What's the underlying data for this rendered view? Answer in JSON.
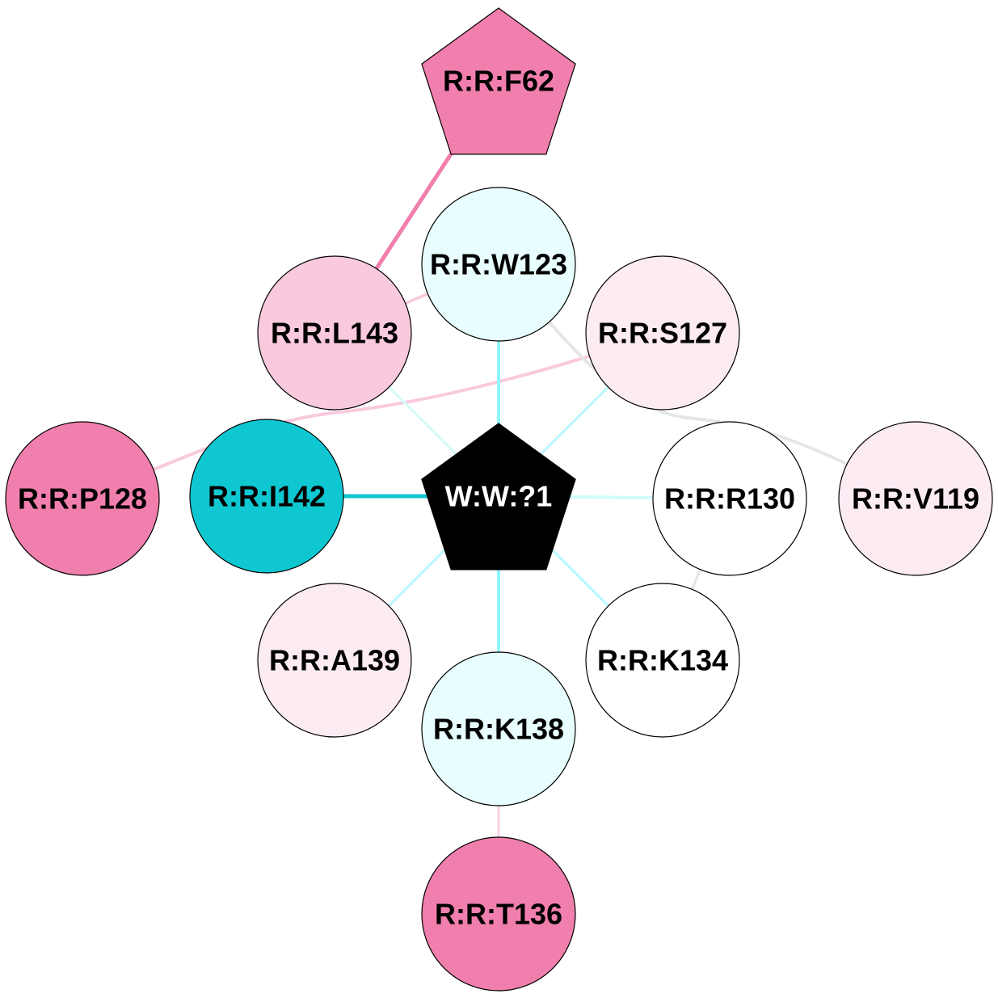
{
  "nodes": [
    {
      "id": "F62",
      "label": "R:R:F62",
      "shape": "pentagon",
      "fill": "#f17fad",
      "text_color": "#000000"
    },
    {
      "id": "W123",
      "label": "R:R:W123",
      "shape": "circle",
      "fill": "#e8fdfd",
      "text_color": "#000000"
    },
    {
      "id": "L143",
      "label": "R:R:L143",
      "shape": "circle",
      "fill": "#f9c9de",
      "text_color": "#000000"
    },
    {
      "id": "S127",
      "label": "R:R:S127",
      "shape": "circle",
      "fill": "#fcebf3",
      "text_color": "#000000"
    },
    {
      "id": "P128",
      "label": "R:R:P128",
      "shape": "circle",
      "fill": "#f17fad",
      "text_color": "#000000"
    },
    {
      "id": "I142",
      "label": "R:R:I142",
      "shape": "circle",
      "fill": "#0fc7d1",
      "text_color": "#000000"
    },
    {
      "id": "W1",
      "label": "W:W:?1",
      "shape": "pentagon",
      "fill": "#000000",
      "text_color": "#ffffff"
    },
    {
      "id": "R130",
      "label": "R:R:R130",
      "shape": "circle",
      "fill": "#ffffff",
      "text_color": "#000000"
    },
    {
      "id": "V119",
      "label": "R:R:V119",
      "shape": "circle",
      "fill": "#fcebf3",
      "text_color": "#000000"
    },
    {
      "id": "A139",
      "label": "R:R:A139",
      "shape": "circle",
      "fill": "#fcebf3",
      "text_color": "#000000"
    },
    {
      "id": "K134",
      "label": "R:R:K134",
      "shape": "circle",
      "fill": "#ffffff",
      "text_color": "#000000"
    },
    {
      "id": "K138",
      "label": "R:R:K138",
      "shape": "circle",
      "fill": "#e8fdfd",
      "text_color": "#000000"
    },
    {
      "id": "T136",
      "label": "R:R:T136",
      "shape": "circle",
      "fill": "#f17fad",
      "text_color": "#000000"
    }
  ],
  "edges": [
    {
      "id": "F62-L143",
      "source": "F62",
      "target": "L143",
      "color": "#f17fad",
      "weight": "strong"
    },
    {
      "id": "L143-W123",
      "source": "L143",
      "target": "W123",
      "color": "#f9c9de",
      "weight": "light"
    },
    {
      "id": "S127-P128",
      "source": "S127",
      "target": "P128",
      "color": "#f9c9de",
      "weight": "normal"
    },
    {
      "id": "W123-V119",
      "source": "W123",
      "target": "V119",
      "color": "#e6e6e6",
      "weight": "normal"
    },
    {
      "id": "R130-K134",
      "source": "R130",
      "target": "K134",
      "color": "#e6e6e6",
      "weight": "light"
    },
    {
      "id": "K138-T136",
      "source": "K138",
      "target": "T136",
      "color": "#f9d9e7",
      "weight": "light"
    },
    {
      "id": "W1-W123",
      "source": "W1",
      "target": "W123",
      "color": "#8ff7fb",
      "weight": "normal"
    },
    {
      "id": "W1-L143",
      "source": "W1",
      "target": "L143",
      "color": "#d9fbfc",
      "weight": "light"
    },
    {
      "id": "W1-S127",
      "source": "W1",
      "target": "S127",
      "color": "#bff9fb",
      "weight": "light"
    },
    {
      "id": "W1-I142",
      "source": "W1",
      "target": "I142",
      "color": "#0fc7d1",
      "weight": "strong"
    },
    {
      "id": "W1-R130",
      "source": "W1",
      "target": "R130",
      "color": "#d0fbfc",
      "weight": "normal"
    },
    {
      "id": "W1-A139",
      "source": "W1",
      "target": "A139",
      "color": "#bff9fb",
      "weight": "light"
    },
    {
      "id": "W1-K134",
      "source": "W1",
      "target": "K134",
      "color": "#bff9fb",
      "weight": "light"
    },
    {
      "id": "W1-K138",
      "source": "W1",
      "target": "K138",
      "color": "#8ff7fb",
      "weight": "normal"
    }
  ]
}
